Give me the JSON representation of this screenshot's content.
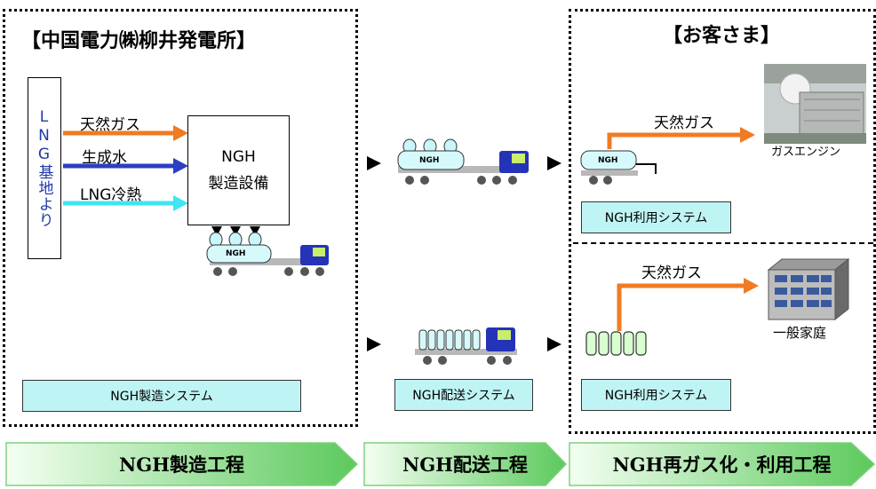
{
  "plant_title": "【中国電力㈱柳井発電所】",
  "customer_title": "【お客さま】",
  "lng_source": "LNG基地より",
  "flows": {
    "gas": "天然ガス",
    "water": "生成水",
    "cold": "LNG冷熱"
  },
  "ngh_facility": {
    "line1": "NGH",
    "line2": "製造設備"
  },
  "truck_tank_label": "NGH",
  "systems": {
    "production": "NGH製造システム",
    "delivery": "NGH配送システム",
    "use_top": "NGH利用システム",
    "use_bottom": "NGH利用システム"
  },
  "customer": {
    "gas_top": "天然ガス",
    "gas_bottom": "天然ガス",
    "engine_caption": "ガスエンジン",
    "home_caption": "一般家庭"
  },
  "processes": [
    "NGH製造工程",
    "NGH配送工程",
    "NGH再ガス化・利用工程"
  ],
  "colors": {
    "gas_arrow": "#f07b22",
    "water_arrow": "#2b3fc4",
    "cold_arrow": "#3ee6f2",
    "system_box": "#bff4f4",
    "process_band_start": "#f4fff2",
    "process_band_end": "#5cc95c"
  }
}
